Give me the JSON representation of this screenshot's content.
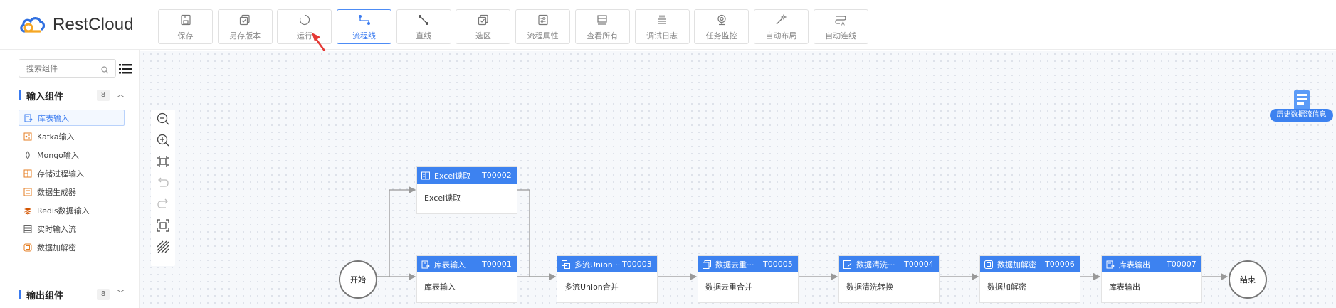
{
  "app": {
    "logo_text": "RestCloud"
  },
  "toolbar": [
    {
      "label": "保存",
      "icon": "save-icon"
    },
    {
      "label": "另存版本",
      "icon": "save-as-icon"
    },
    {
      "label": "运行",
      "icon": "run-icon"
    },
    {
      "label": "流程线",
      "icon": "flow-line-icon",
      "active": true
    },
    {
      "label": "直线",
      "icon": "straight-line-icon"
    },
    {
      "label": "选区",
      "icon": "selection-icon"
    },
    {
      "label": "流程属性",
      "icon": "properties-icon"
    },
    {
      "label": "查看所有",
      "icon": "view-all-icon"
    },
    {
      "label": "调试日志",
      "icon": "debug-log-icon"
    },
    {
      "label": "任务监控",
      "icon": "monitor-icon"
    },
    {
      "label": "自动布局",
      "icon": "auto-layout-icon"
    },
    {
      "label": "自动连线",
      "icon": "auto-connect-icon"
    }
  ],
  "sidebar": {
    "search_placeholder": "搜索组件",
    "groups": [
      {
        "title": "输入组件",
        "count": "8",
        "expanded": true
      },
      {
        "title": "输出组件",
        "count": "8",
        "expanded": false
      }
    ],
    "items": [
      {
        "label": "库表输入",
        "icon": "table-input-icon",
        "selected": true
      },
      {
        "label": "Kafka输入",
        "icon": "kafka-icon"
      },
      {
        "label": "Mongo输入",
        "icon": "mongo-icon"
      },
      {
        "label": "存储过程输入",
        "icon": "procedure-icon"
      },
      {
        "label": "数据生成器",
        "icon": "generator-icon"
      },
      {
        "label": "Redis数据输入",
        "icon": "redis-icon"
      },
      {
        "label": "实时输入流",
        "icon": "stream-icon"
      },
      {
        "label": "数据加解密",
        "icon": "encrypt-icon"
      }
    ]
  },
  "canvas": {
    "start_label": "开始",
    "end_label": "结束",
    "history_label": "历史数据流信息",
    "nodes": [
      {
        "key": "excel",
        "title": "Excel读取",
        "id": "T00002",
        "body": "Excel读取"
      },
      {
        "key": "table-in",
        "title": "库表输入",
        "id": "T00001",
        "body": "库表输入"
      },
      {
        "key": "union",
        "title": "多流Union···",
        "id": "T00003",
        "body": "多流Union合并"
      },
      {
        "key": "dedup",
        "title": "数据去重···",
        "id": "T00005",
        "body": "数据去重合并"
      },
      {
        "key": "clean",
        "title": "数据清洗···",
        "id": "T00004",
        "body": "数据清洗转换"
      },
      {
        "key": "crypt",
        "title": "数据加解密",
        "id": "T00006",
        "body": "数据加解密"
      },
      {
        "key": "table-out",
        "title": "库表输出",
        "id": "T00007",
        "body": "库表输出"
      }
    ]
  },
  "colors": {
    "accent": "#3d82f0",
    "annotation_arrow": "#e53935"
  }
}
